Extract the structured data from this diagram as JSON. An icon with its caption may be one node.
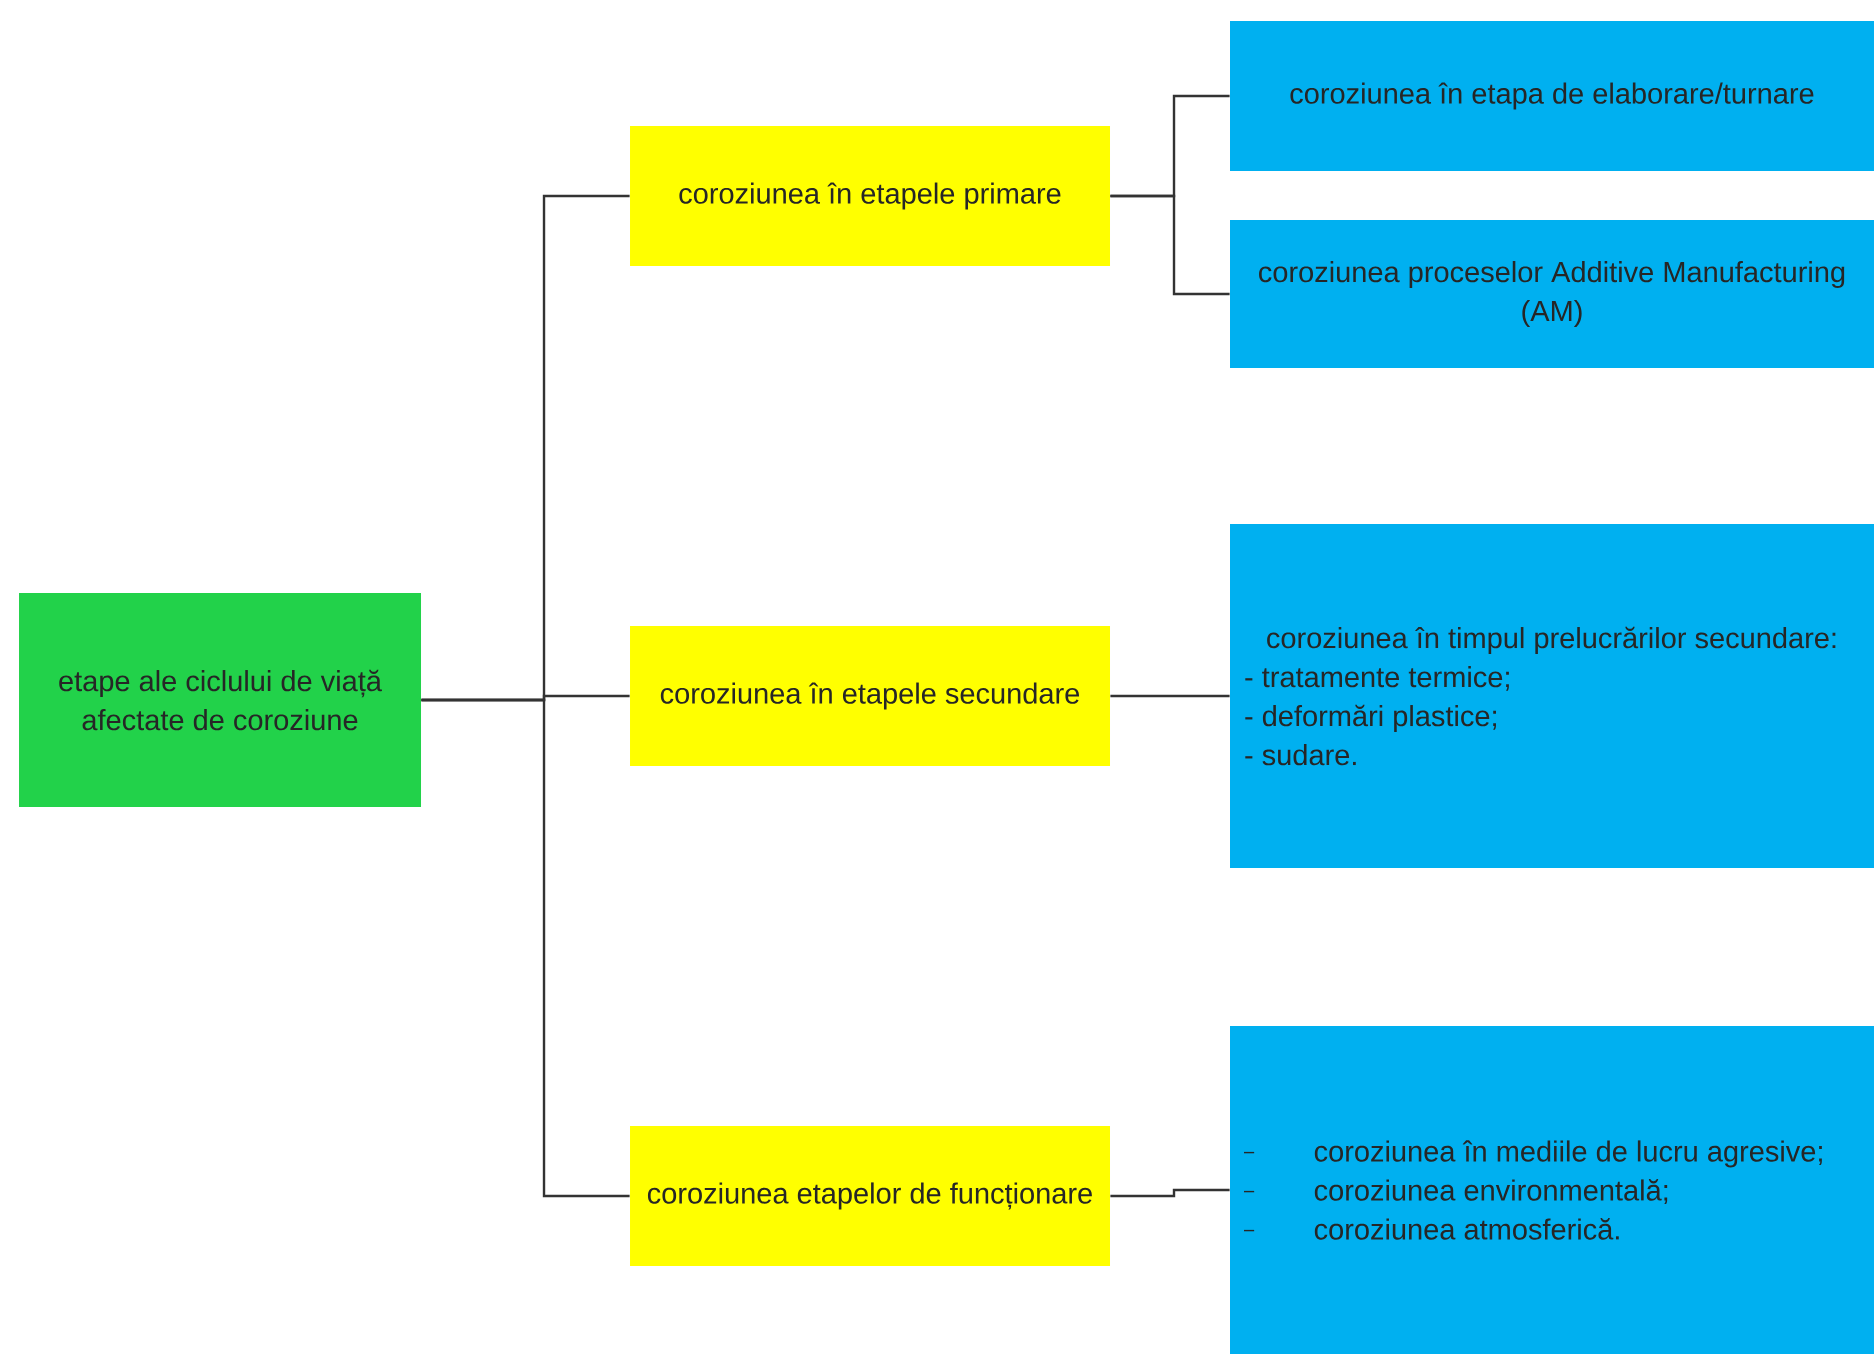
{
  "diagram": {
    "nodes": [
      {
        "text": [
          "etape ale ciclului de viață afectate de coroziune"
        ]
      },
      {
        "text": [
          "coroziunea în etapele primare"
        ]
      },
      {
        "text": [
          "coroziunea în etapele secundare"
        ]
      },
      {
        "text": [
          "coroziunea etapelor de funcționare"
        ]
      },
      {
        "text": [
          "coroziunea în etapa de elaborare/turnare"
        ]
      },
      {
        "text": [
          "coroziunea proceselor Additive Manufacturing (AM)"
        ]
      },
      {
        "text": [
          "coroziunea în timpul prelucrărilor secundare:",
          "- tratamente termice;",
          "- deformări plastice;",
          "- sudare."
        ]
      },
      {
        "text": [
          "coroziunea în mediile de lucru agresive;",
          "coroziunea environmentală;",
          "coroziunea atmosferică."
        ]
      }
    ],
    "edges": [
      {
        "from": 0,
        "to": 1,
        "arrow": "none"
      },
      {
        "from": 0,
        "to": 2,
        "arrow": "none"
      },
      {
        "from": 0,
        "to": 3,
        "arrow": "none"
      },
      {
        "from": 1,
        "to": 4,
        "arrow": "none"
      },
      {
        "from": 1,
        "to": 5,
        "arrow": "none"
      },
      {
        "from": 2,
        "to": 6,
        "arrow": "none"
      },
      {
        "from": 3,
        "to": 7,
        "arrow": "none"
      }
    ]
  }
}
